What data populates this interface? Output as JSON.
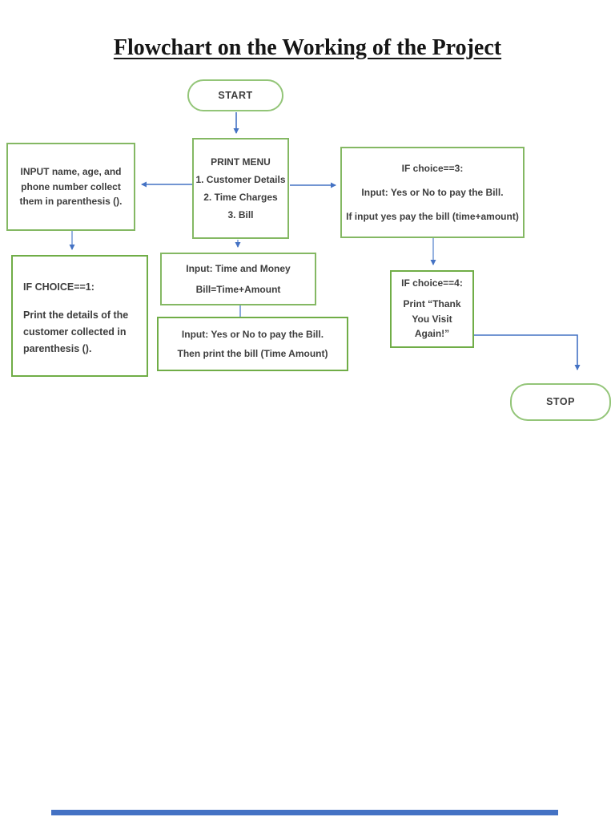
{
  "page": {
    "title": "Flowchart on the Working of the Project"
  },
  "nodes": {
    "start": {
      "label": "START"
    },
    "print_menu": {
      "title": "PRINT MENU",
      "items": [
        "1. Customer Details",
        "2. Time Charges",
        "3. Bill"
      ]
    },
    "input_details": {
      "text": "INPUT name, age, and phone number collect them in parenthesis ()."
    },
    "if_choice_3": {
      "lines": [
        "IF choice==3:",
        "Input: Yes or No to pay the Bill.",
        "If input yes pay the bill (time+amount)"
      ]
    },
    "if_choice_1": {
      "heading": "IF CHOICE==1:",
      "text": "Print the details of the customer collected in parenthesis ()."
    },
    "input_time": {
      "lines": [
        "Input: Time and Money",
        "Bill=Time+Amount"
      ]
    },
    "input_yes": {
      "lines": [
        "Input: Yes or No to pay the Bill.",
        "Then print the bill (Time Amount)"
      ]
    },
    "if_choice_4": {
      "heading": "IF choice==4:",
      "text": "Print “Thank You Visit Again!”"
    },
    "stop": {
      "label": "STOP"
    }
  },
  "colors": {
    "box_border_dark": "#70ad47",
    "box_border_light": "#84b863",
    "pill_border": "#93c578",
    "arrow_blue": "#4472c4",
    "text": "#3d3d3d",
    "page_background": "#ffffff",
    "bottom_bar": "#4472c4"
  }
}
